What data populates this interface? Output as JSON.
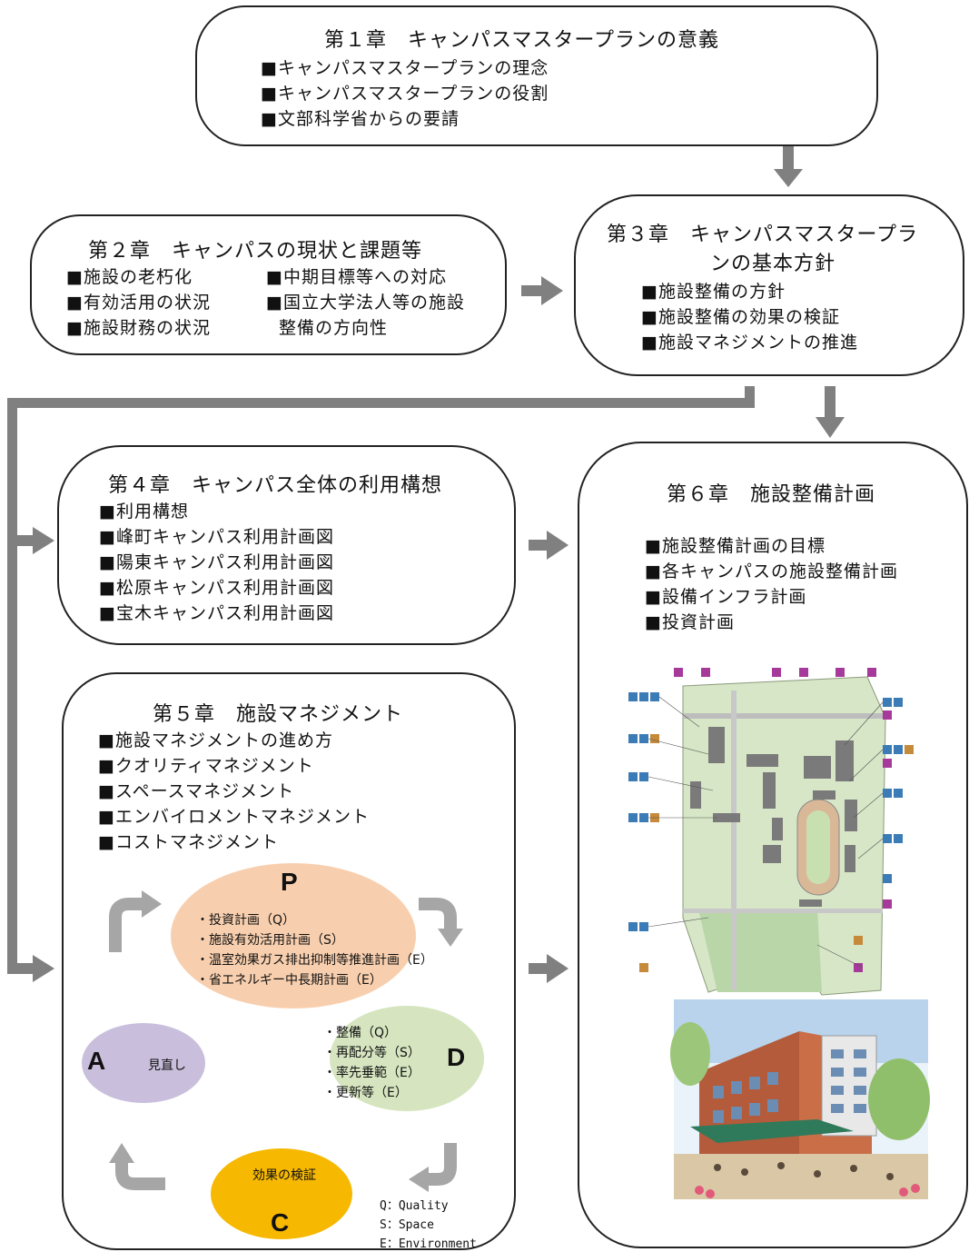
{
  "ch1": {
    "title": "第１章　キャンパスマスタープランの意義",
    "items": [
      "■キャンパスマスタープランの理念",
      "■キャンパスマスタープランの役割",
      "■文部科学省からの要請"
    ]
  },
  "ch2": {
    "title": "第２章　キャンパスの現状と課題等",
    "left_items": [
      "■施設の老朽化",
      "■有効活用の状況",
      "■施設財務の状況"
    ],
    "right_items": [
      "■中期目標等への対応",
      "■国立大学法人等の施設",
      "整備の方向性"
    ]
  },
  "ch3": {
    "title_line1": "第３章　キャンパスマスタープラ",
    "title_line2": "ンの基本方針",
    "items": [
      "■施設整備の方針",
      "■施設整備の効果の検証",
      "■施設マネジメントの推進"
    ]
  },
  "ch4": {
    "title": "第４章　キャンパス全体の利用構想",
    "items": [
      "■利用構想",
      "■峰町キャンパス利用計画図",
      "■陽東キャンパス利用計画図",
      "■松原キャンパス利用計画図",
      "■宝木キャンパス利用計画図"
    ]
  },
  "ch5": {
    "title": "第５章　施設マネジメント",
    "items": [
      "■施設マネジメントの進め方",
      "■クオリティマネジメント",
      "■スペースマネジメント",
      "■エンバイロメントマネジメント",
      "■コストマネジメント"
    ],
    "cycle": {
      "p_letter": "P",
      "p_items": [
        "・投資計画（Q）",
        "・施設有効活用計画（S）",
        "・温室効果ガス排出抑制等推進計画（E）",
        "・省エネルギー中長期計画（E）"
      ],
      "d_letter": "D",
      "d_items": [
        "・整備（Q）",
        "・再配分等（S）",
        "・率先垂範（E）",
        "・更新等（E）"
      ],
      "c_letter": "C",
      "c_label": "効果の検証",
      "a_letter": "A",
      "a_label": "見直し",
      "colors": {
        "p": "#f8cfae",
        "d": "#d6e5c0",
        "c": "#f6b800",
        "a": "#c9bfdc"
      }
    },
    "legend": [
      "Q：Quality",
      "S：Space",
      "E：Environment"
    ]
  },
  "ch6": {
    "title": "第６章　施設整備計画",
    "items": [
      "■施設整備計画の目標",
      "■各キャンパスの施設整備計画",
      "■設備インフラ計画",
      "■投資計画"
    ],
    "map_alt": "campus-map-illustration",
    "render_alt": "building-rendering-illustration"
  }
}
